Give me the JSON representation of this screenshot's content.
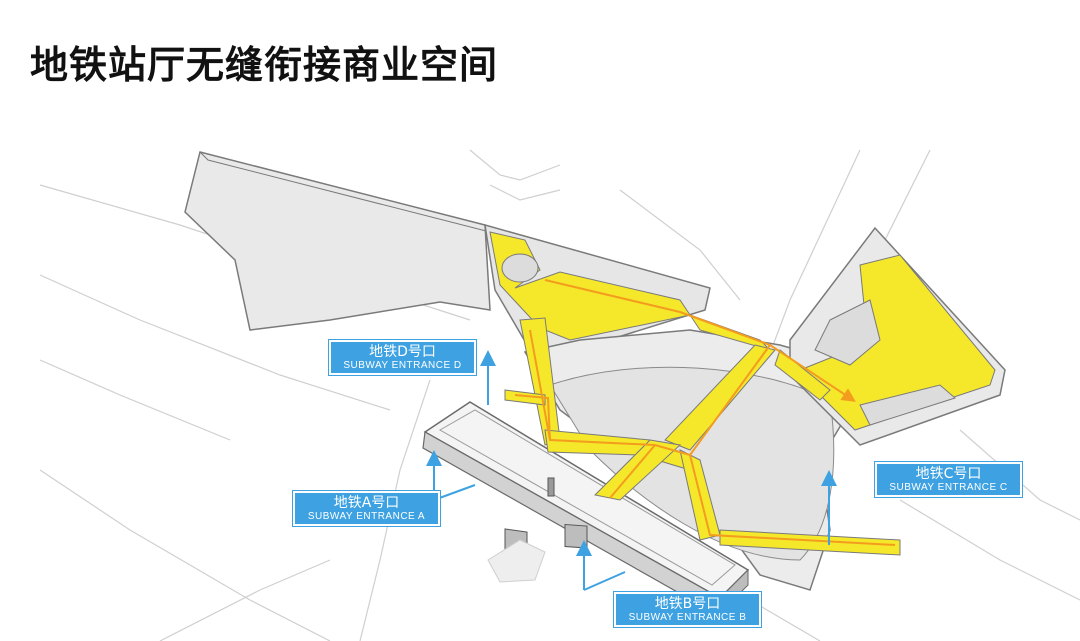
{
  "title": "地铁站厅无缝衔接商业空间",
  "colors": {
    "commercial_space": "#f5e729",
    "route": "#f39c1e",
    "callout": "#3ea2e2",
    "block": "#e9e9e9",
    "outline": "#7a7a7a"
  },
  "entrances": {
    "a": {
      "cn": "地铁A号口",
      "en": "SUBWAY ENTRANCE A"
    },
    "b": {
      "cn": "地铁B号口",
      "en": "SUBWAY ENTRANCE B"
    },
    "c": {
      "cn": "地铁C号口",
      "en": "SUBWAY ENTRANCE C"
    },
    "d": {
      "cn": "地铁D号口",
      "en": "SUBWAY ENTRANCE D"
    }
  }
}
